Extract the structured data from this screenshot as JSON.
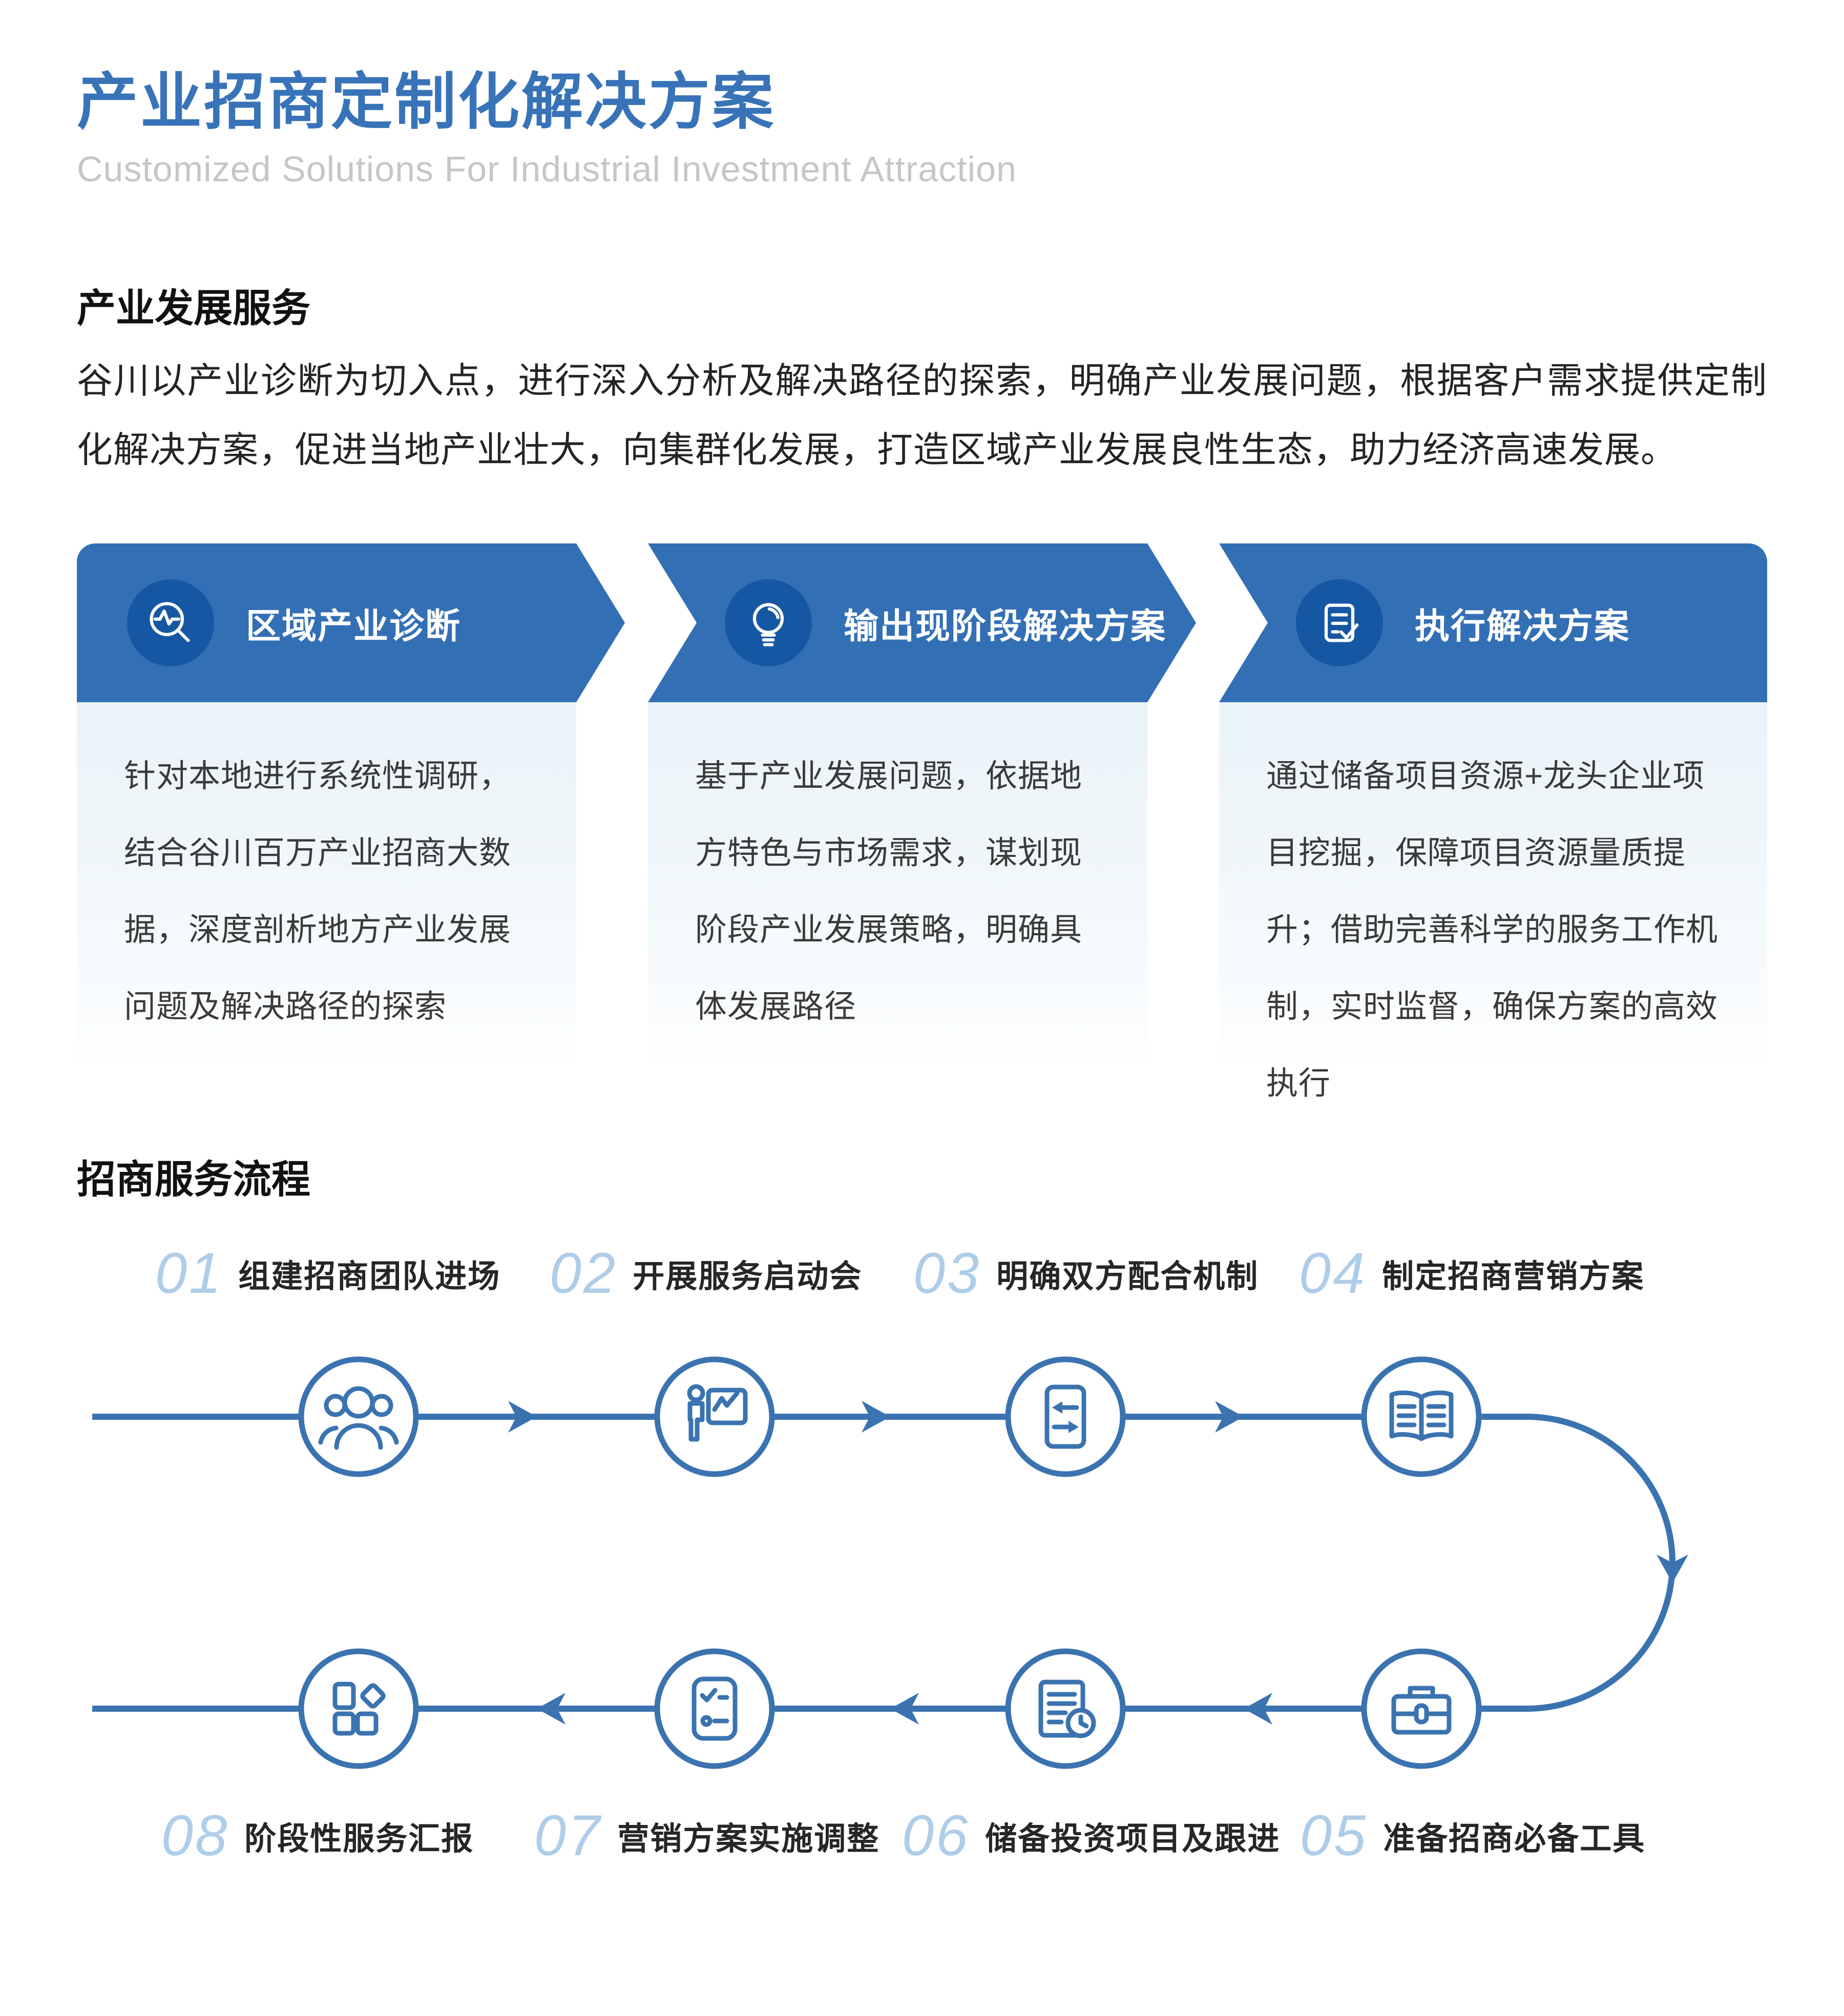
{
  "page": {
    "title": "产业招商定制化解决方案",
    "subtitle": "Customized Solutions For Industrial Investment Attraction"
  },
  "section_service": {
    "heading": "产业发展服务",
    "paragraph": "谷川以产业诊断为切入点，进行深入分析及解决路径的探索，明确产业发展问题，根据客户需求提供定制化解决方案，促进当地产业壮大，向集群化发展，打造区域产业发展良性生态，助力经济高速发展。"
  },
  "cards": [
    {
      "title": "区域产业诊断",
      "icon": "magnifier-pulse-icon",
      "body": "针对本地进行系统性调研，结合谷川百万产业招商大数据，深度剖析地方产业发展问题及解决路径的探索"
    },
    {
      "title": "输出现阶段解决方案",
      "icon": "lightbulb-icon",
      "body": "基于产业发展问题，依据地方特色与市场需求，谋划现阶段产业发展策略，明确具体发展路径"
    },
    {
      "title": "执行解决方案",
      "icon": "document-check-icon",
      "body": "通过储备项目资源+龙头企业项目挖掘，保障项目资源量质提升；借助完善科学的服务工作机制，实时监督，确保方案的高效执行"
    }
  ],
  "section_flow": {
    "heading": "招商服务流程"
  },
  "flow": {
    "steps_top": [
      {
        "num": "01",
        "label": "组建招商团队进场",
        "icon": "team-icon"
      },
      {
        "num": "02",
        "label": "开展服务启动会",
        "icon": "presenter-icon"
      },
      {
        "num": "03",
        "label": "明确双方配合机制",
        "icon": "swap-arrows-icon"
      },
      {
        "num": "04",
        "label": "制定招商营销方案",
        "icon": "open-book-icon"
      }
    ],
    "steps_bottom": [
      {
        "num": "08",
        "label": "阶段性服务汇报",
        "icon": "grid-shapes-icon"
      },
      {
        "num": "07",
        "label": "营销方案实施调整",
        "icon": "checklist-icon"
      },
      {
        "num": "06",
        "label": "储备投资项目及跟进",
        "icon": "document-clock-icon"
      },
      {
        "num": "05",
        "label": "准备招商必备工具",
        "icon": "briefcase-icon"
      }
    ]
  },
  "colors": {
    "title_blue": "#3873b8",
    "card_header_blue": "#336fb5",
    "icon_chip_blue": "#1657a3",
    "flow_line_blue": "#3b73b0",
    "step_number_blue": "#aecde9",
    "subtitle_gray": "#c6c6c6",
    "card_body_bg_top": "#e9f3f8"
  }
}
